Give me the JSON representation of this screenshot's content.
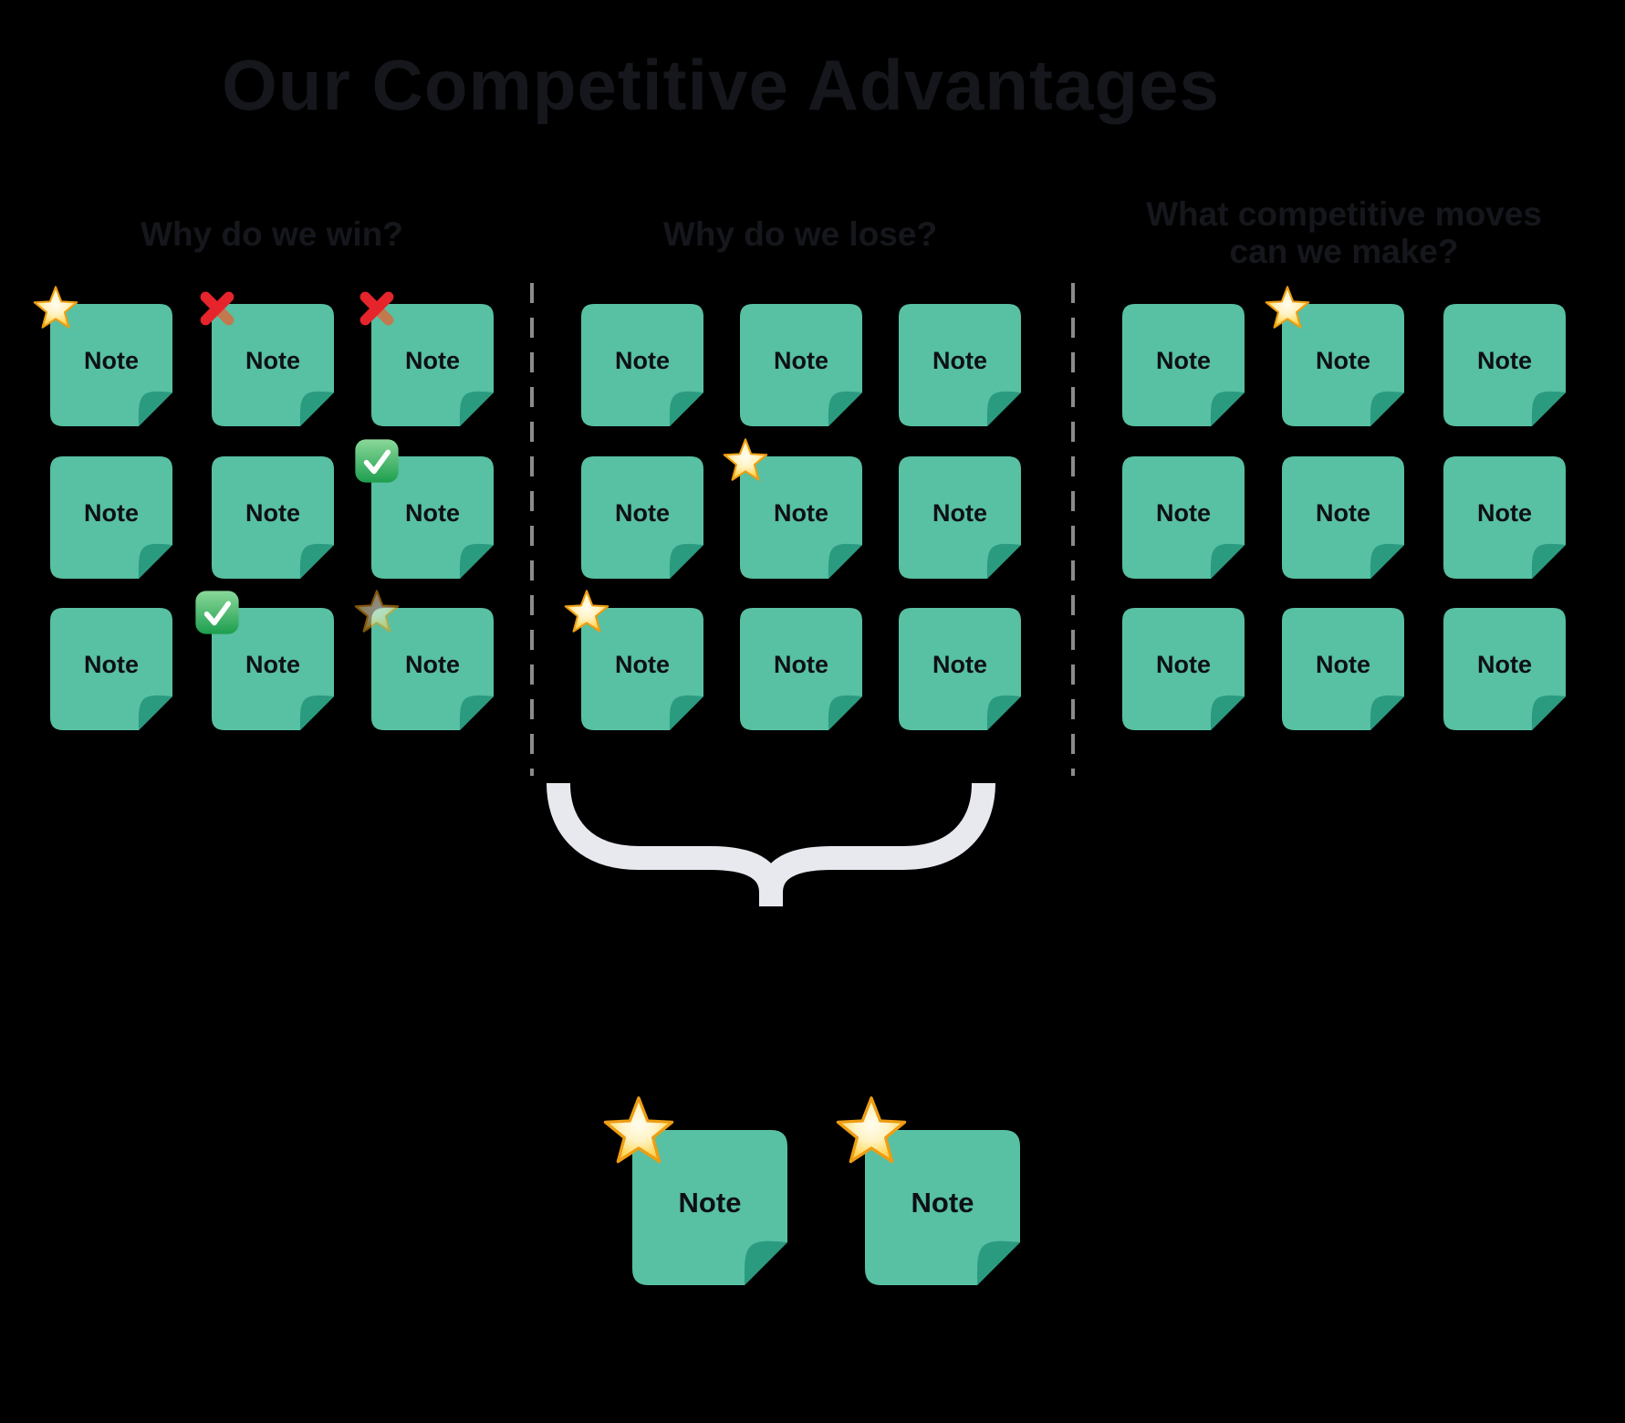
{
  "title": "Our Competitive Advantages",
  "colors": {
    "background": "#000000",
    "note": "#58c0a3",
    "note_fold": "#2b9b80",
    "note_text": "#0d1015",
    "heading_text": "#15171c",
    "brace": "#e8e8ef",
    "divider": "#8b8b8b"
  },
  "badge_icons": {
    "star": "⭐",
    "cross": "❌",
    "check": "✅"
  },
  "columns": [
    {
      "header": "Why do we win?",
      "notes": [
        {
          "label": "Note",
          "badge": "star"
        },
        {
          "label": "Note",
          "badge": "cross"
        },
        {
          "label": "Note",
          "badge": "cross"
        },
        {
          "label": "Note",
          "badge": null
        },
        {
          "label": "Note",
          "badge": null
        },
        {
          "label": "Note",
          "badge": "check"
        },
        {
          "label": "Note",
          "badge": null
        },
        {
          "label": "Note",
          "badge": "check"
        },
        {
          "label": "Note",
          "badge": "star-faded"
        }
      ]
    },
    {
      "header": "Why do we lose?",
      "notes": [
        {
          "label": "Note",
          "badge": null
        },
        {
          "label": "Note",
          "badge": null
        },
        {
          "label": "Note",
          "badge": null
        },
        {
          "label": "Note",
          "badge": null
        },
        {
          "label": "Note",
          "badge": "star"
        },
        {
          "label": "Note",
          "badge": null
        },
        {
          "label": "Note",
          "badge": "star"
        },
        {
          "label": "Note",
          "badge": null
        },
        {
          "label": "Note",
          "badge": null
        }
      ]
    },
    {
      "header": "What competitive moves can we make?",
      "notes": [
        {
          "label": "Note",
          "badge": null
        },
        {
          "label": "Note",
          "badge": "star"
        },
        {
          "label": "Note",
          "badge": null
        },
        {
          "label": "Note",
          "badge": null
        },
        {
          "label": "Note",
          "badge": null
        },
        {
          "label": "Note",
          "badge": null
        },
        {
          "label": "Note",
          "badge": null
        },
        {
          "label": "Note",
          "badge": null
        },
        {
          "label": "Note",
          "badge": null
        }
      ]
    }
  ],
  "bottom_notes": [
    {
      "label": "Note",
      "badge": "star"
    },
    {
      "label": "Note",
      "badge": "star"
    }
  ]
}
